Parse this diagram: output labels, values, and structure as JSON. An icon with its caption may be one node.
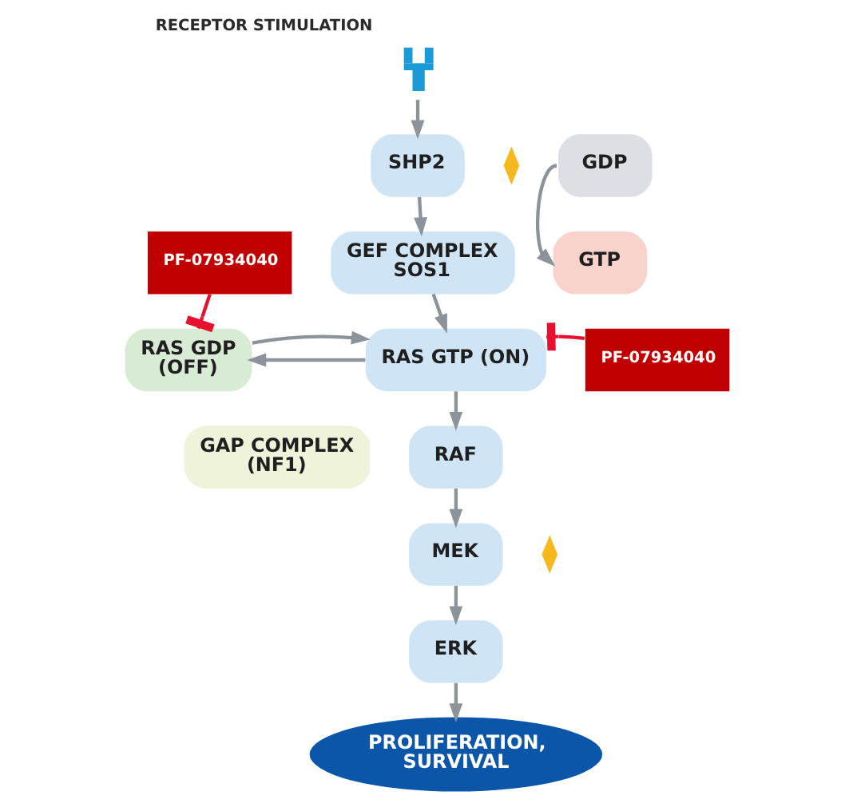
{
  "diagram": {
    "nodes": [
      {
        "text": [],
        "shape": "picture",
        "beside": [
          "RECEPTOR STIMULATION"
        ]
      },
      {
        "text": [
          "SHP2"
        ]
      },
      {
        "text": [],
        "shape": "diamond"
      },
      {
        "text": [
          "GEF COMPLEX SOS1"
        ]
      },
      {
        "text": [
          "GDP"
        ]
      },
      {
        "text": [
          "GTP"
        ]
      },
      {
        "text": [
          "PF-07934040"
        ]
      },
      {
        "text": [
          "RAS GDP (OFF)"
        ]
      },
      {
        "text": [
          "RAS GTP (ON)"
        ]
      },
      {
        "text": [
          "PF-07934040"
        ]
      },
      {
        "text": [
          "GAP COMPLEX (NF1)"
        ]
      },
      {
        "text": [
          "RAF"
        ]
      },
      {
        "text": [
          "MEK"
        ]
      },
      {
        "text": [],
        "shape": "diamond"
      },
      {
        "text": [
          "ERK"
        ]
      },
      {
        "text": [
          "PROLIFERATION, SURVIVAL"
        ]
      }
    ],
    "edges": [
      {
        "from": 0,
        "to": 1,
        "arrow": "to"
      },
      {
        "from": 1,
        "to": 3,
        "arrow": "to"
      },
      {
        "from": 4,
        "to": 5,
        "arrow": "to"
      },
      {
        "from": 3,
        "to": 8,
        "arrow": "to"
      },
      {
        "from": 6,
        "to": 7,
        "arrow": "other",
        "color": "#e8102e"
      },
      {
        "from": 8,
        "to": 7,
        "arrow": "to"
      },
      {
        "from": 7,
        "to": 8,
        "arrow": "to"
      },
      {
        "from": 9,
        "to": 8,
        "arrow": "other",
        "color": "#e8102e"
      },
      {
        "from": 8,
        "to": 11,
        "arrow": "to"
      },
      {
        "from": 11,
        "to": 12,
        "arrow": "to"
      },
      {
        "from": 12,
        "to": 14,
        "arrow": "to"
      },
      {
        "from": 14,
        "to": 15,
        "arrow": "to"
      }
    ]
  }
}
